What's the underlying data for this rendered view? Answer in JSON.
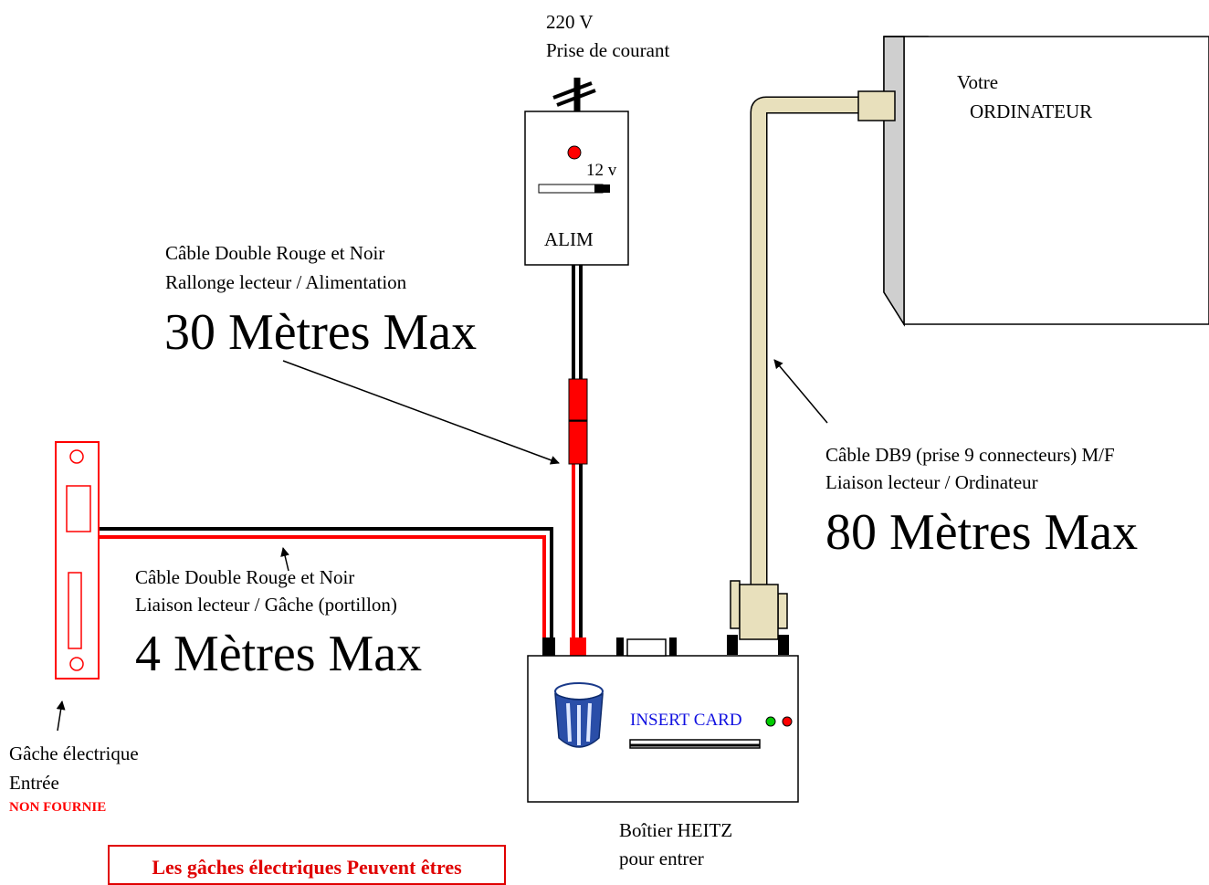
{
  "power": {
    "voltage": "220 V",
    "outlet": "Prise de courant"
  },
  "psu": {
    "voltage": "12 v",
    "name": "ALIM"
  },
  "computer": {
    "line1": "Votre",
    "line2": "ORDINATEUR"
  },
  "cable_power": {
    "line1": "Câble Double Rouge et Noir",
    "line2": "Rallonge lecteur / Alimentation",
    "length": "30 Mètres Max"
  },
  "cable_db9": {
    "line1": "Câble DB9 (prise 9 connecteurs) M/F",
    "line2": "Liaison lecteur / Ordinateur",
    "length": "80 Mètres Max"
  },
  "cable_strike": {
    "line1": "Câble Double Rouge et Noir",
    "line2": "Liaison lecteur / Gâche (portillon)",
    "length": "4 Mètres Max"
  },
  "strike": {
    "line1": "Gâche électrique",
    "line2": "Entrée",
    "note": "NON FOURNIE"
  },
  "reader": {
    "insert_card": "INSERT CARD",
    "caption1": "Boîtier HEITZ",
    "caption2": "pour entrer"
  },
  "warning": "Les gâches électriques Peuvent êtres",
  "colors": {
    "red_wire": "#ff0000",
    "black_wire": "#000000",
    "db9_cable": "#e8e0bc",
    "insert_card_text": "#1010e0"
  }
}
